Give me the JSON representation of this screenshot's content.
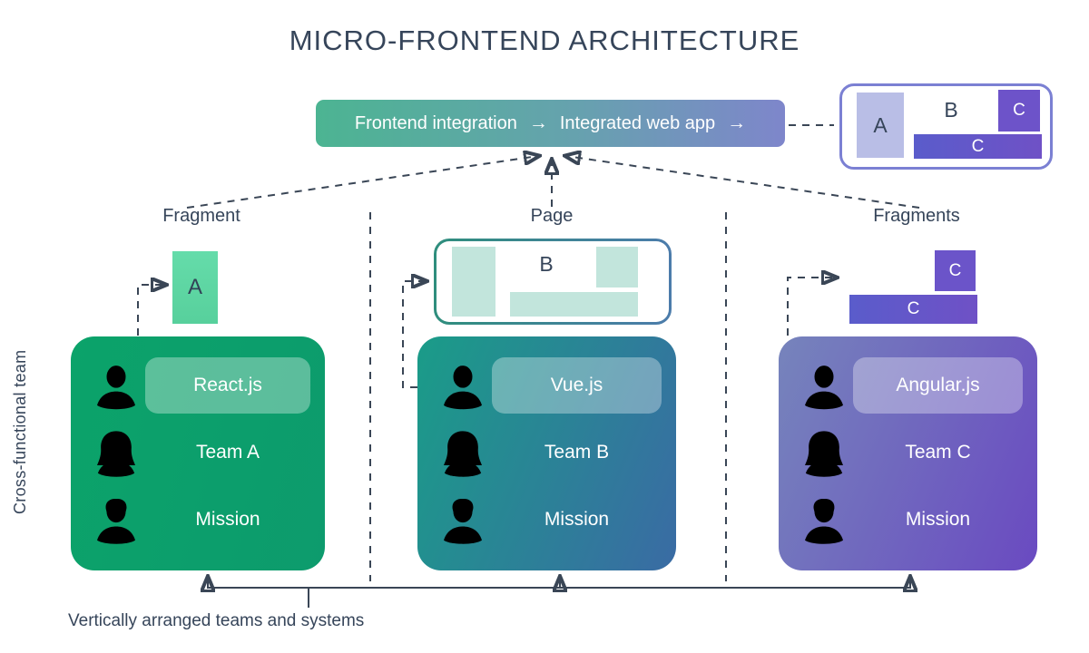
{
  "title": "MICRO-FRONTEND ARCHITECTURE",
  "banner": {
    "step1": "Frontend integration",
    "arrow1": "→",
    "step2": "Integrated web app",
    "arrow2": "→"
  },
  "integrated_app_preview": {
    "fragment_a": "A",
    "page_b": "B",
    "fragment_c_small": "C",
    "fragment_c_wide": "C"
  },
  "columns": [
    {
      "heading": "Fragment",
      "fragment_label": "A",
      "card": {
        "rows": [
          {
            "icon": "person-icon",
            "label": "React.js"
          },
          {
            "icon": "woman-icon",
            "label": "Team A"
          },
          {
            "icon": "man-icon",
            "label": "Mission"
          }
        ]
      }
    },
    {
      "heading": "Page",
      "page_preview_label": "B",
      "card": {
        "rows": [
          {
            "icon": "person-icon",
            "label": "Vue.js"
          },
          {
            "icon": "woman-icon",
            "label": "Team B"
          },
          {
            "icon": "man-icon",
            "label": "Mission"
          }
        ]
      }
    },
    {
      "heading": "Fragments",
      "fragment_label_small": "C",
      "fragment_label_wide": "C",
      "card": {
        "rows": [
          {
            "icon": "person-icon",
            "label": "Angular.js"
          },
          {
            "icon": "woman-icon",
            "label": "Team C"
          },
          {
            "icon": "man-icon",
            "label": "Mission"
          }
        ]
      }
    }
  ],
  "side_label": "Cross-functional team",
  "bottom_label": "Vertically arranged teams and systems",
  "colors": {
    "text_dark": "#36455a",
    "banner_gradient_start": "#4cb492",
    "banner_gradient_end": "#7e86cb",
    "card_green": "#0ba36a",
    "card_teal_start": "#1a9c88",
    "card_teal_end": "#3a6ba4",
    "card_purple_start": "#7684bc",
    "card_purple_end": "#6a4ac1",
    "fragment_green": "#5ed7a2",
    "fragment_purple": "#6b54c9",
    "fragment_lavender": "#b9bee6",
    "page_tile_teal": "#c2e5dc",
    "connector": "#3a4656"
  }
}
